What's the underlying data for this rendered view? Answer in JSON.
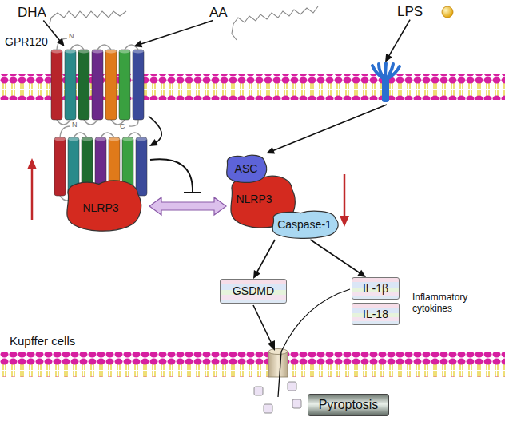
{
  "diagram": {
    "nodes": [
      {
        "text": [
          "DHA"
        ]
      },
      {
        "text": [
          "AA"
        ]
      },
      {
        "text": [
          "LPS"
        ]
      },
      {
        "text": [
          "GPR120"
        ]
      },
      {
        "text": [
          "NLRP3"
        ]
      },
      {
        "text": [
          "ASC"
        ]
      },
      {
        "text": [
          "NLRP3"
        ]
      },
      {
        "text": [
          "Caspase-1"
        ]
      },
      {
        "text": [
          "GSDMD"
        ]
      },
      {
        "text": [
          "IL-1β"
        ]
      },
      {
        "text": [
          "IL-18"
        ]
      },
      {
        "text": [
          "Pyroptosis"
        ]
      }
    ],
    "edges": [
      {
        "from": 0,
        "to": 3,
        "arrow": "to"
      },
      {
        "from": 1,
        "to": 3,
        "arrow": "to"
      },
      {
        "from": 2,
        "to": 5,
        "arrow": "to"
      },
      {
        "from": 3,
        "to": 4,
        "arrow": "to"
      },
      {
        "from": 4,
        "to": 6,
        "arrow": "both"
      },
      {
        "from": 7,
        "to": 8,
        "arrow": "to"
      },
      {
        "from": 7,
        "to": 9,
        "arrow": "to"
      }
    ],
    "labels": [
      "Inflammatory cytokines",
      "Kupffer cells",
      "N",
      "C",
      "N"
    ]
  }
}
